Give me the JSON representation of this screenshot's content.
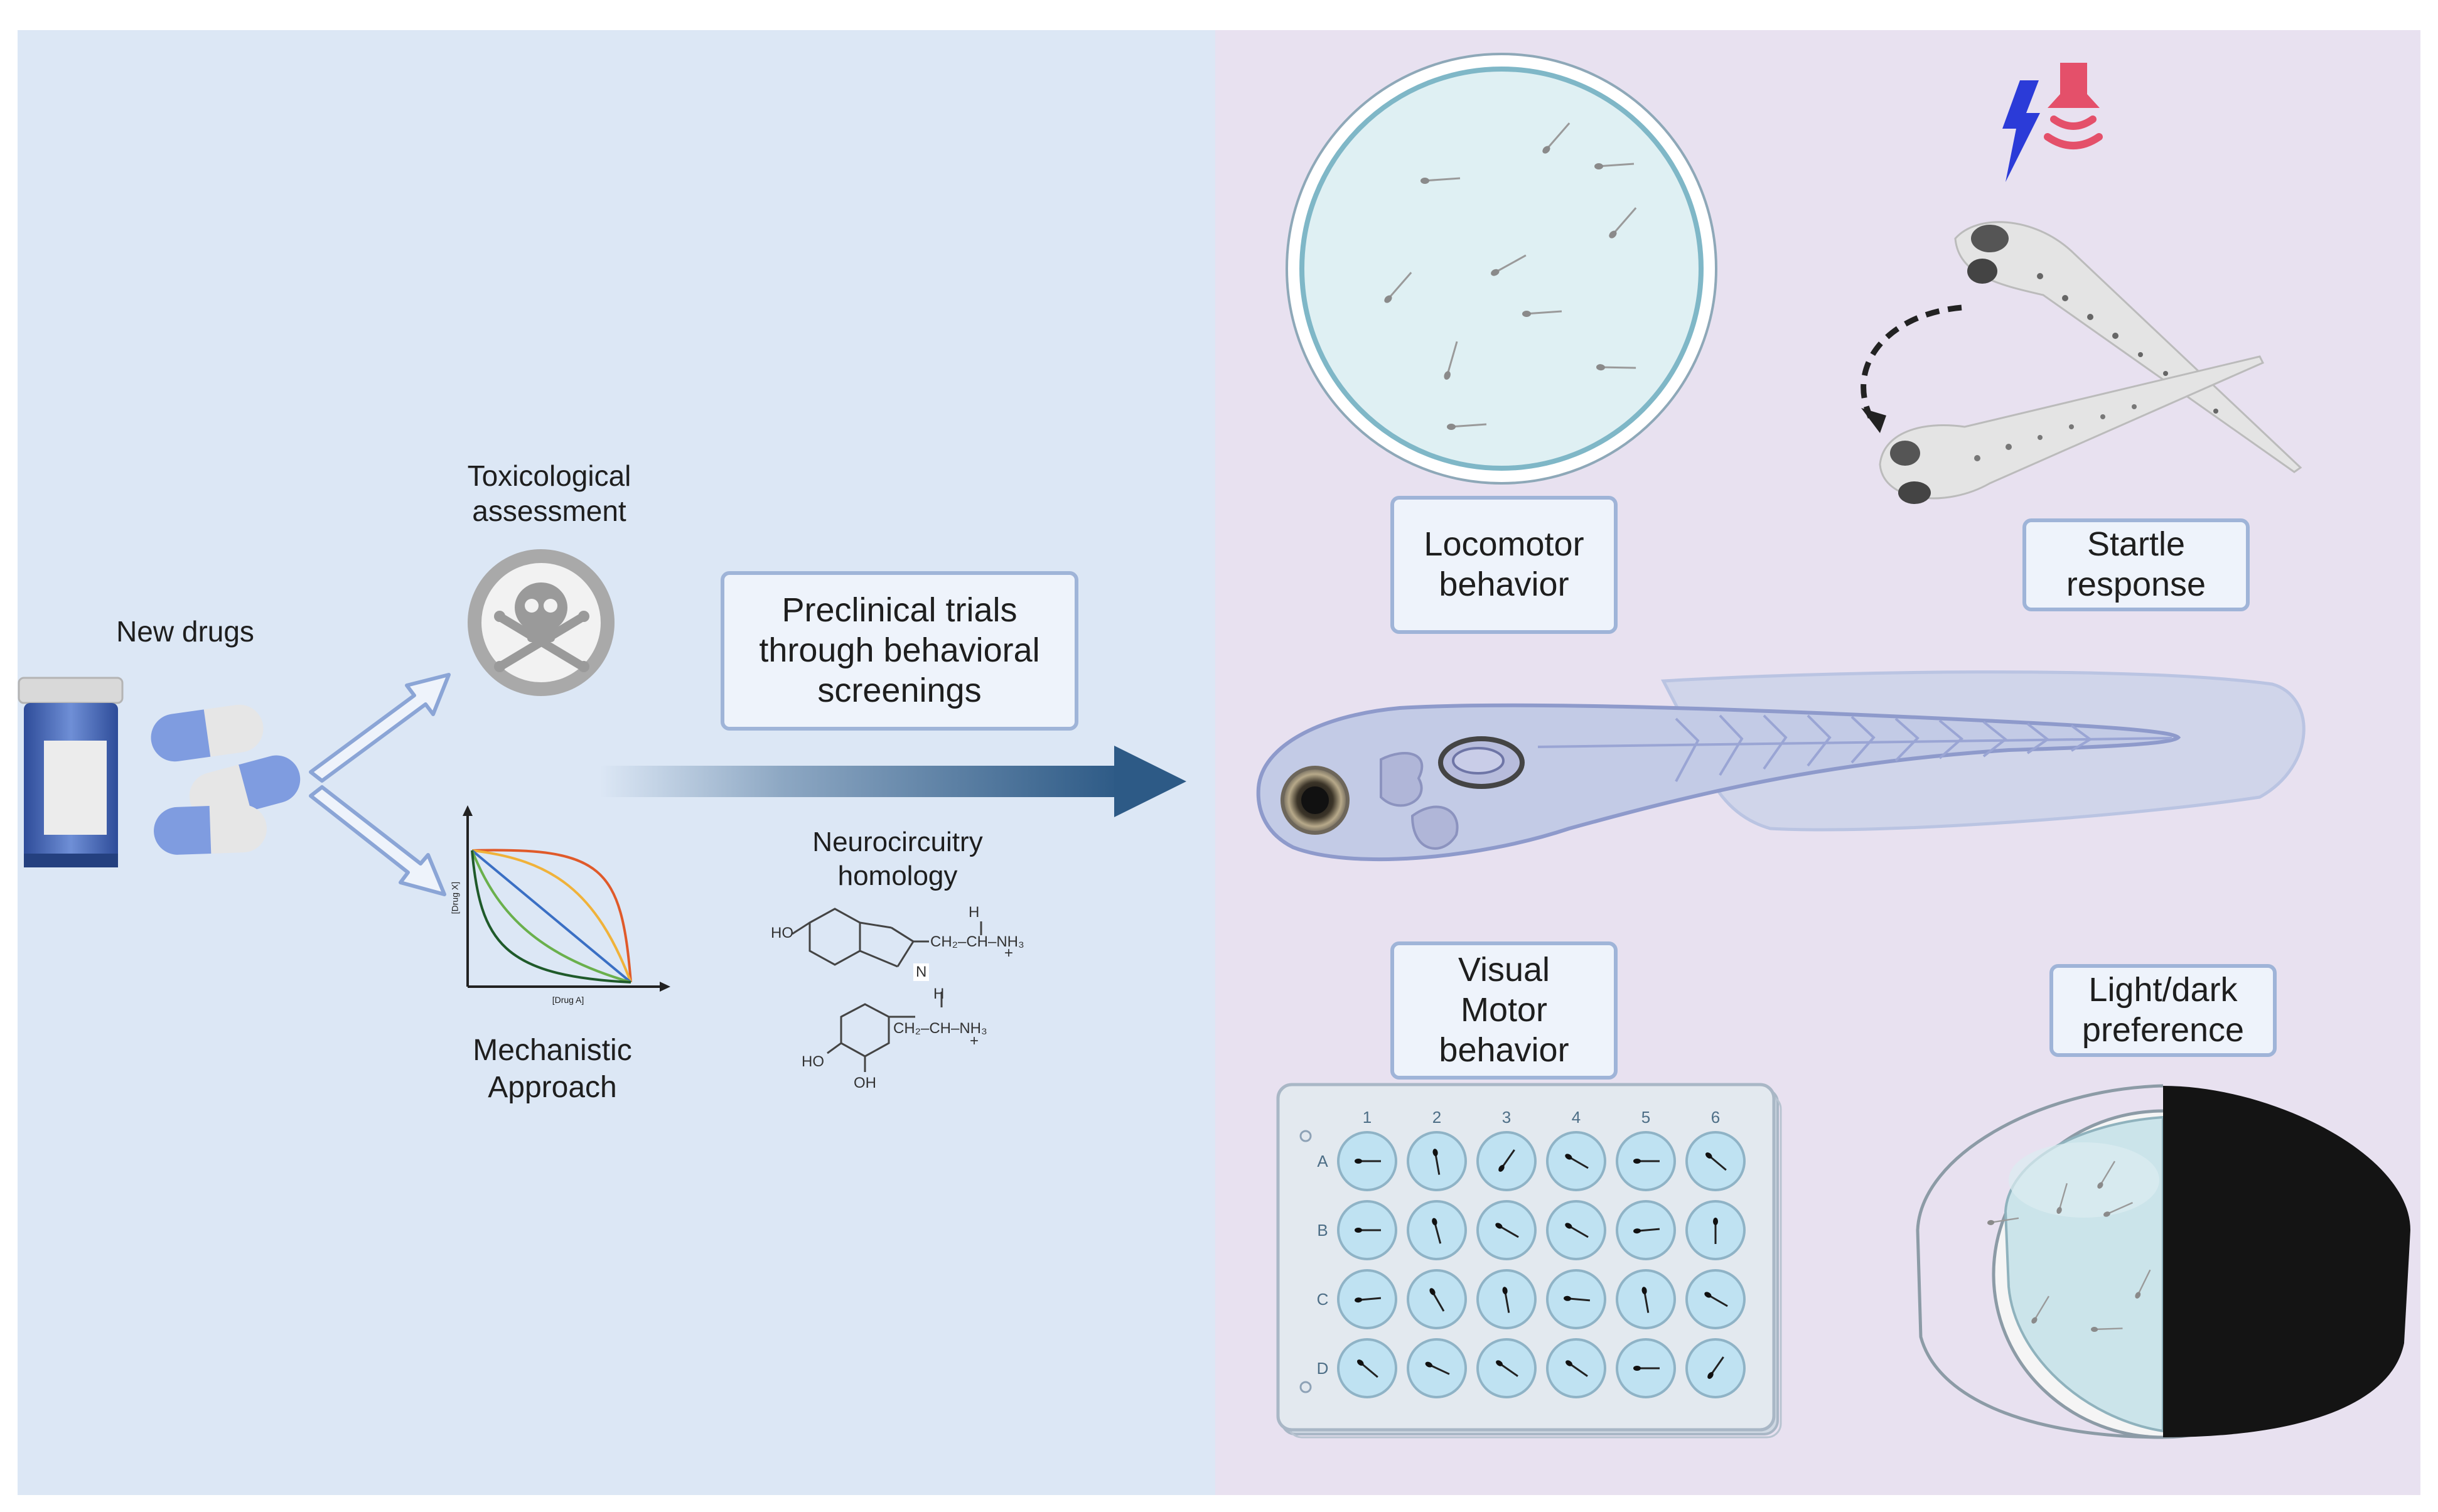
{
  "left_panel": {
    "new_drugs": "New drugs",
    "tox_label": "Toxicological\nassessment",
    "mech_label": "Mechanistic\nApproach",
    "graph_ylabel": "[Drug X]",
    "graph_xlabel": "[Drug A]",
    "preclinical_box": "Preclinical trials\nthrough behavioral\nscreenings",
    "neuro_label": "Neurocircuitry\nhomology",
    "chem": {
      "ho1": "HO",
      "ch2_1": "CH₂–CH–NH₃",
      "h1": "H",
      "n": "N",
      "plus1": "+",
      "h2": "H",
      "ch2_2": "CH₂–CH–NH₃",
      "plus2": "+",
      "ho2": "HO",
      "oh": "OH"
    }
  },
  "right_panel": {
    "locomotor_box": "Locomotor\nbehavior",
    "startle_box": "Startle\nresponse",
    "visual_box": "Visual\nMotor\nbehavior",
    "lightdark_box": "Light/dark\npreference",
    "plate_cols": [
      "1",
      "2",
      "3",
      "4",
      "5",
      "6"
    ],
    "plate_rows": [
      "A",
      "B",
      "C",
      "D"
    ]
  },
  "colors": {
    "left_bg": "#dce7f5",
    "right_bg": "#e8e1f0",
    "arrow_dark": "#2d5a86",
    "box_border": "#9fb4d8",
    "box_fill": "#eef3fb",
    "tox_border": "#a9a9a9",
    "shock_icon": "#2b3bd8",
    "speaker_icon": "#e4506a"
  },
  "icons": [
    "pill-bottle-icon",
    "capsule-icon",
    "skull-crossbones-icon",
    "lightning-icon",
    "speaker-icon",
    "zebrafish-larva-icon",
    "petri-dish-icon",
    "well-plate-icon"
  ]
}
